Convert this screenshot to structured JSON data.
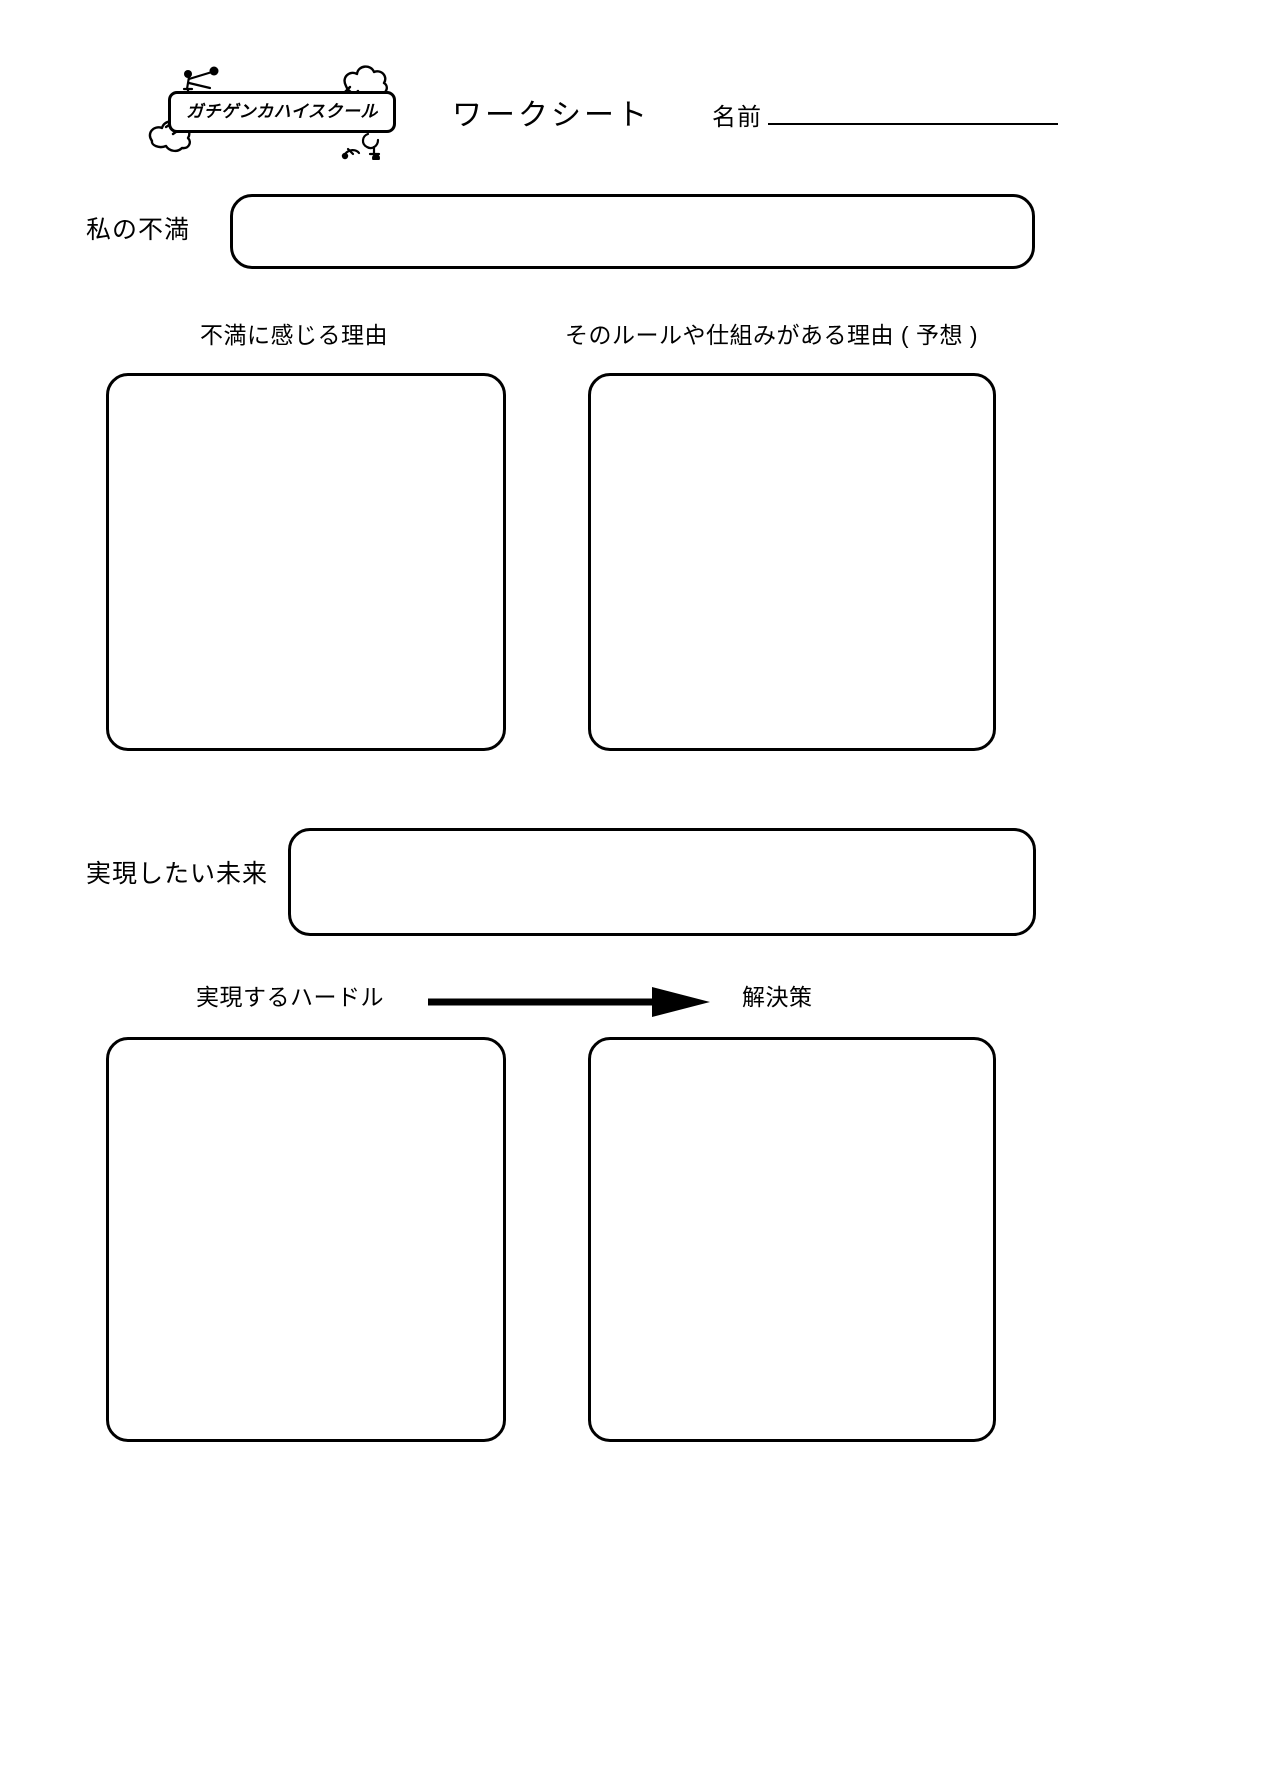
{
  "header": {
    "logo_text": "ガチゲンカハイスクール",
    "title": "ワークシート",
    "name_label": "名前",
    "name_value": ""
  },
  "sections": {
    "complaint": {
      "label": "私の不満",
      "value": ""
    },
    "reasons": {
      "left_label": "不満に感じる理由",
      "right_label": "そのルールや仕組みがある理由 ( 予想 )",
      "left_value": "",
      "right_value": ""
    },
    "future": {
      "label": "実現したい未来",
      "value": ""
    },
    "hurdles": {
      "left_label": "実現するハードル",
      "right_label": "解決策",
      "arrow_icon": "arrow-right-icon",
      "left_value": "",
      "right_value": ""
    }
  },
  "colors": {
    "ink": "#000000",
    "paper": "#ffffff"
  }
}
